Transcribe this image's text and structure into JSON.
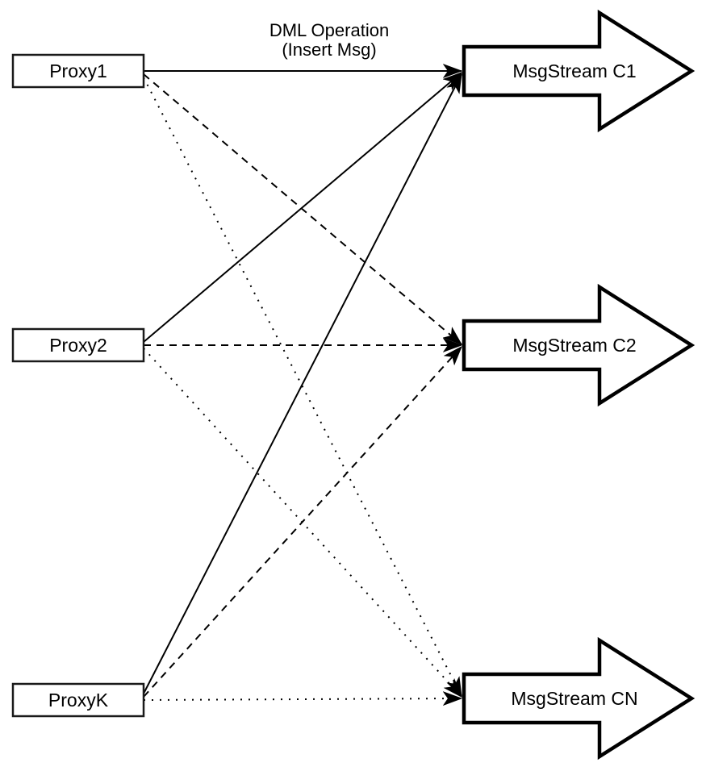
{
  "diagram": {
    "title": {
      "line1": "DML Operation",
      "line2": "(Insert Msg)"
    },
    "proxies": [
      {
        "id": "proxy1",
        "label": "Proxy1"
      },
      {
        "id": "proxy2",
        "label": "Proxy2"
      },
      {
        "id": "proxyk",
        "label": "ProxyK"
      }
    ],
    "streams": [
      {
        "id": "c1",
        "label": "MsgStream C1"
      },
      {
        "id": "c2",
        "label": "MsgStream C2"
      },
      {
        "id": "cn",
        "label": "MsgStream CN"
      }
    ],
    "edges": [
      {
        "from": "Proxy1",
        "to": "MsgStream C1",
        "style": "solid"
      },
      {
        "from": "Proxy1",
        "to": "MsgStream C2",
        "style": "dashed"
      },
      {
        "from": "Proxy1",
        "to": "MsgStream CN",
        "style": "dotted"
      },
      {
        "from": "Proxy2",
        "to": "MsgStream C1",
        "style": "solid"
      },
      {
        "from": "Proxy2",
        "to": "MsgStream C2",
        "style": "dashed"
      },
      {
        "from": "Proxy2",
        "to": "MsgStream CN",
        "style": "dotted"
      },
      {
        "from": "ProxyK",
        "to": "MsgStream C1",
        "style": "solid"
      },
      {
        "from": "ProxyK",
        "to": "MsgStream C2",
        "style": "dashed"
      },
      {
        "from": "ProxyK",
        "to": "MsgStream CN",
        "style": "dotted"
      }
    ],
    "colors": {
      "stroke": "#000000",
      "fill": "#ffffff",
      "text": "#000000",
      "background": "#ffffff"
    }
  }
}
